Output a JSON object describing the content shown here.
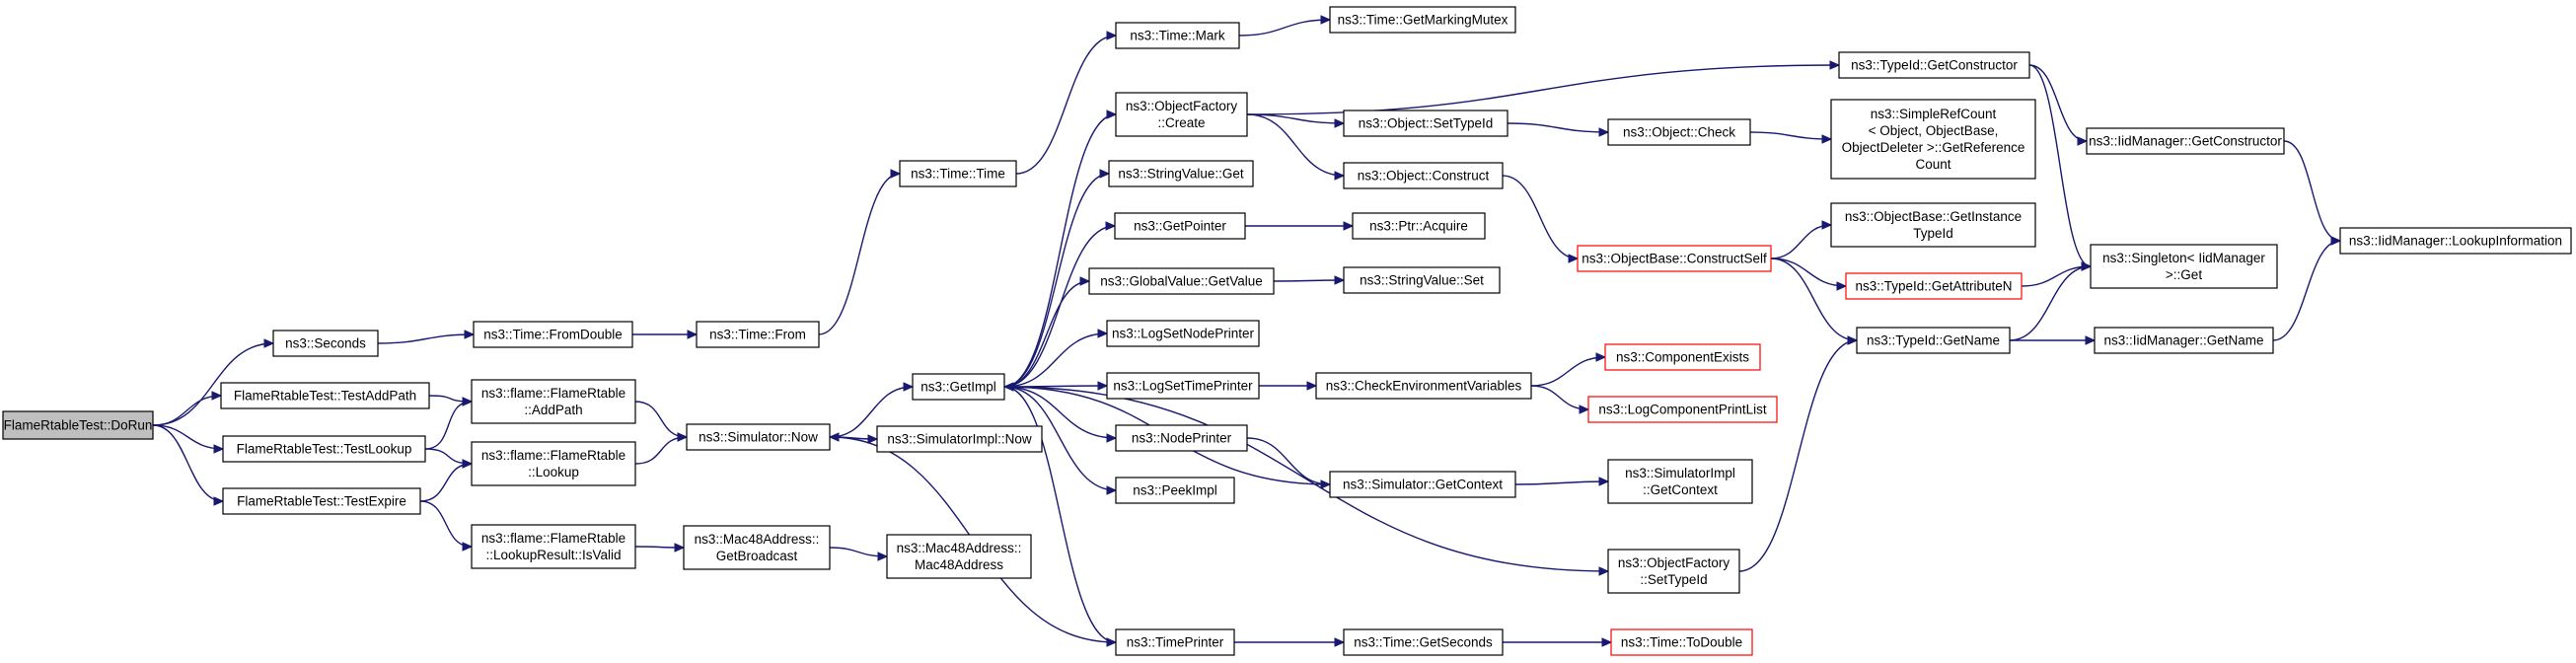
{
  "nodes": [
    {
      "id": "dorun",
      "lines": [
        "FlameRtableTest::DoRun"
      ],
      "style": "root"
    },
    {
      "id": "seconds",
      "lines": [
        "ns3::Seconds"
      ]
    },
    {
      "id": "testaddpath",
      "lines": [
        "FlameRtableTest::TestAddPath"
      ]
    },
    {
      "id": "testlookup",
      "lines": [
        "FlameRtableTest::TestLookup"
      ]
    },
    {
      "id": "testexpire",
      "lines": [
        "FlameRtableTest::TestExpire"
      ]
    },
    {
      "id": "fromdouble",
      "lines": [
        "ns3::Time::FromDouble"
      ]
    },
    {
      "id": "addpath",
      "lines": [
        "ns3::flame::FlameRtable",
        "::AddPath"
      ]
    },
    {
      "id": "lookup",
      "lines": [
        "ns3::flame::FlameRtable",
        "::Lookup"
      ]
    },
    {
      "id": "isvalid",
      "lines": [
        "ns3::flame::FlameRtable",
        "::LookupResult::IsValid"
      ]
    },
    {
      "id": "timefrom",
      "lines": [
        "ns3::Time::From"
      ]
    },
    {
      "id": "simnow",
      "lines": [
        "ns3::Simulator::Now"
      ]
    },
    {
      "id": "getbroadcast",
      "lines": [
        "ns3::Mac48Address::",
        "GetBroadcast"
      ]
    },
    {
      "id": "timetime",
      "lines": [
        "ns3::Time::Time"
      ]
    },
    {
      "id": "getimpl",
      "lines": [
        "ns3::GetImpl"
      ]
    },
    {
      "id": "simimplnow",
      "lines": [
        "ns3::SimulatorImpl::Now"
      ]
    },
    {
      "id": "mac48",
      "lines": [
        "ns3::Mac48Address::",
        "Mac48Address"
      ]
    },
    {
      "id": "timemark",
      "lines": [
        "ns3::Time::Mark"
      ]
    },
    {
      "id": "objfactcreate",
      "lines": [
        "ns3::ObjectFactory",
        "::Create"
      ]
    },
    {
      "id": "stringvalueget",
      "lines": [
        "ns3::StringValue::Get"
      ]
    },
    {
      "id": "getpointer",
      "lines": [
        "ns3::GetPointer"
      ]
    },
    {
      "id": "globalvalue",
      "lines": [
        "ns3::GlobalValue::GetValue"
      ]
    },
    {
      "id": "logsetnode",
      "lines": [
        "ns3::LogSetNodePrinter"
      ]
    },
    {
      "id": "logsettime",
      "lines": [
        "ns3::LogSetTimePrinter"
      ]
    },
    {
      "id": "nodeprinter",
      "lines": [
        "ns3::NodePrinter"
      ]
    },
    {
      "id": "peekimpl",
      "lines": [
        "ns3::PeekImpl"
      ]
    },
    {
      "id": "timeprinter",
      "lines": [
        "ns3::TimePrinter"
      ]
    },
    {
      "id": "getmarkingmutex",
      "lines": [
        "ns3::Time::GetMarkingMutex"
      ]
    },
    {
      "id": "settypeid",
      "lines": [
        "ns3::Object::SetTypeId"
      ]
    },
    {
      "id": "objconstruct",
      "lines": [
        "ns3::Object::Construct"
      ]
    },
    {
      "id": "ptracquire",
      "lines": [
        "ns3::Ptr::Acquire"
      ]
    },
    {
      "id": "stringvalueset",
      "lines": [
        "ns3::StringValue::Set"
      ]
    },
    {
      "id": "checkenv",
      "lines": [
        "ns3::CheckEnvironmentVariables"
      ]
    },
    {
      "id": "simgetcontext",
      "lines": [
        "ns3::Simulator::GetContext"
      ]
    },
    {
      "id": "timegetseconds",
      "lines": [
        "ns3::Time::GetSeconds"
      ]
    },
    {
      "id": "gettypeidctor",
      "lines": [
        "ns3::TypeId::GetConstructor"
      ]
    },
    {
      "id": "objcheck",
      "lines": [
        "ns3::Object::Check"
      ]
    },
    {
      "id": "constructself",
      "lines": [
        "ns3::ObjectBase::ConstructSelf"
      ],
      "style": "red"
    },
    {
      "id": "compexists",
      "lines": [
        "ns3::ComponentExists"
      ],
      "style": "red"
    },
    {
      "id": "logcomplist",
      "lines": [
        "ns3::LogComponentPrintList"
      ],
      "style": "red"
    },
    {
      "id": "simimplctx",
      "lines": [
        "ns3::SimulatorImpl",
        "::GetContext"
      ]
    },
    {
      "id": "objfactsettype",
      "lines": [
        "ns3::ObjectFactory",
        "::SetTypeId"
      ]
    },
    {
      "id": "todouble",
      "lines": [
        "ns3::Time::ToDouble"
      ],
      "style": "red"
    },
    {
      "id": "simplerefcount",
      "lines": [
        "ns3::SimpleRefCount",
        "< Object, ObjectBase,",
        "ObjectDeleter >::GetReference",
        "Count"
      ]
    },
    {
      "id": "getinstancetypeid",
      "lines": [
        "ns3::ObjectBase::GetInstance",
        "TypeId"
      ]
    },
    {
      "id": "getattributen",
      "lines": [
        "ns3::TypeId::GetAttributeN"
      ],
      "style": "red"
    },
    {
      "id": "typeidgetname",
      "lines": [
        "ns3::TypeId::GetName"
      ]
    },
    {
      "id": "iidgetctor",
      "lines": [
        "ns3::IidManager::GetConstructor"
      ]
    },
    {
      "id": "singletonget",
      "lines": [
        "ns3::Singleton< IidManager",
        ">::Get"
      ]
    },
    {
      "id": "iidgetname",
      "lines": [
        "ns3::IidManager::GetName"
      ]
    },
    {
      "id": "iidlookupinfo",
      "lines": [
        "ns3::IidManager::LookupInformation"
      ]
    }
  ],
  "edges": [
    [
      "dorun",
      "seconds"
    ],
    [
      "dorun",
      "testaddpath"
    ],
    [
      "dorun",
      "testlookup"
    ],
    [
      "dorun",
      "testexpire"
    ],
    [
      "seconds",
      "fromdouble"
    ],
    [
      "fromdouble",
      "timefrom"
    ],
    [
      "timefrom",
      "timetime"
    ],
    [
      "timetime",
      "timemark"
    ],
    [
      "timemark",
      "getmarkingmutex"
    ],
    [
      "testaddpath",
      "addpath"
    ],
    [
      "testlookup",
      "addpath"
    ],
    [
      "testlookup",
      "lookup"
    ],
    [
      "testexpire",
      "lookup"
    ],
    [
      "testexpire",
      "isvalid"
    ],
    [
      "addpath",
      "simnow"
    ],
    [
      "lookup",
      "simnow"
    ],
    [
      "isvalid",
      "getbroadcast"
    ],
    [
      "getbroadcast",
      "mac48"
    ],
    [
      "simnow",
      "getimpl"
    ],
    [
      "simnow",
      "simimplnow"
    ],
    [
      "getimpl",
      "objfactcreate"
    ],
    [
      "getimpl",
      "stringvalueget"
    ],
    [
      "getimpl",
      "getpointer"
    ],
    [
      "getimpl",
      "globalvalue"
    ],
    [
      "getimpl",
      "logsetnode"
    ],
    [
      "getimpl",
      "logsettime"
    ],
    [
      "getimpl",
      "nodeprinter"
    ],
    [
      "getimpl",
      "peekimpl"
    ],
    [
      "getimpl",
      "timeprinter"
    ],
    [
      "getimpl",
      "objfactsettype"
    ],
    [
      "timeprinter",
      "simnow"
    ],
    [
      "simgetcontext",
      "getimpl"
    ],
    [
      "objfactcreate",
      "gettypeidctor"
    ],
    [
      "objfactcreate",
      "settypeid"
    ],
    [
      "objfactcreate",
      "objconstruct"
    ],
    [
      "settypeid",
      "objcheck"
    ],
    [
      "objcheck",
      "simplerefcount"
    ],
    [
      "objconstruct",
      "constructself"
    ],
    [
      "getpointer",
      "ptracquire"
    ],
    [
      "globalvalue",
      "stringvalueset"
    ],
    [
      "logsettime",
      "checkenv"
    ],
    [
      "checkenv",
      "compexists"
    ],
    [
      "checkenv",
      "logcomplist"
    ],
    [
      "nodeprinter",
      "simgetcontext"
    ],
    [
      "simgetcontext",
      "simimplctx"
    ],
    [
      "timeprinter",
      "timegetseconds"
    ],
    [
      "timegetseconds",
      "todouble"
    ],
    [
      "constructself",
      "getinstancetypeid"
    ],
    [
      "constructself",
      "getattributen"
    ],
    [
      "constructself",
      "typeidgetname"
    ],
    [
      "getattributen",
      "singletonget"
    ],
    [
      "objfactsettype",
      "typeidgetname"
    ],
    [
      "gettypeidctor",
      "iidgetctor"
    ],
    [
      "gettypeidctor",
      "singletonget"
    ],
    [
      "iidgetctor",
      "iidlookupinfo"
    ],
    [
      "typeidgetname",
      "singletonget"
    ],
    [
      "typeidgetname",
      "iidgetname"
    ],
    [
      "iidgetname",
      "iidlookupinfo"
    ]
  ]
}
